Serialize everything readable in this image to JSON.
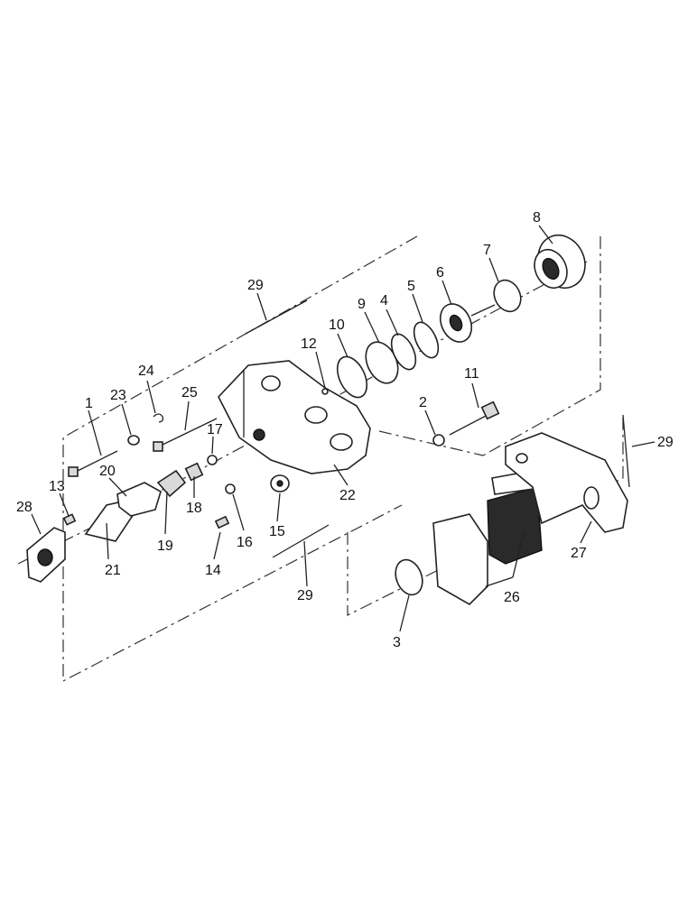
{
  "callouts": {
    "c1": "1",
    "c2": "2",
    "c3": "3",
    "c4": "4",
    "c5": "5",
    "c6": "6",
    "c7": "7",
    "c8": "8",
    "c9": "9",
    "c10": "10",
    "c11": "11",
    "c12": "12",
    "c13": "13",
    "c14": "14",
    "c15": "15",
    "c16": "16",
    "c17": "17",
    "c18": "18",
    "c19": "19",
    "c20": "20",
    "c21": "21",
    "c22": "22",
    "c23": "23",
    "c24": "24",
    "c25": "25",
    "c26": "26",
    "c27": "27",
    "c28": "28",
    "c29a": "29",
    "c29b": "29",
    "c29c": "29"
  }
}
